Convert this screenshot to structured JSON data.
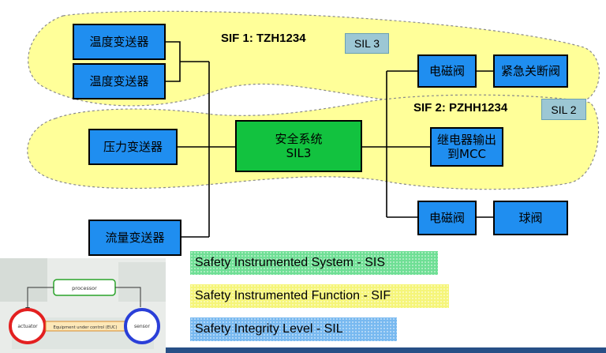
{
  "sif1": {
    "title": "SIF 1: TZH1234",
    "sil": "SIL 3"
  },
  "sif2": {
    "title": "SIF 2: PZHH1234",
    "sil": "SIL 2"
  },
  "boxes": {
    "temp1": "温度变送器",
    "temp2": "温度变送器",
    "pressure": "压力变送器",
    "flow": "流量变送器",
    "safety_line1": "安全系统",
    "safety_line2": "SIL3",
    "solenoid1": "电磁阀",
    "emergency_valve": "紧急关断阀",
    "relay_line1": "继电器输出",
    "relay_line2": "到MCC",
    "solenoid2": "电磁阀",
    "ball_valve": "球阀"
  },
  "legend": {
    "sis": "Safety Instrumented System - SIS",
    "sif": "Safety Instrumented Function - SIF",
    "sil": "Safety Integrity Level - SIL"
  },
  "thumbnail": {
    "processor": "processor",
    "actuator": "actuator",
    "euc": "Equipment under control (EUC)",
    "sensor": "sensor"
  },
  "colors": {
    "sif_fill": "#ffff99",
    "box_blue": "#1f8ef0",
    "box_green": "#12c23f",
    "sil_badge": "#9cc7d4"
  }
}
